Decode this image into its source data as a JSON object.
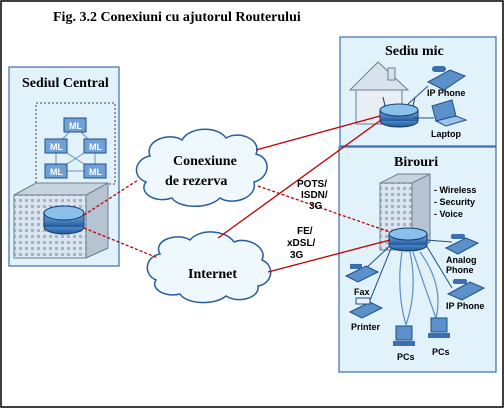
{
  "title": "Fig. 3.2  Conexiuni cu ajutorul Routerului",
  "boxes": {
    "central": "Sediul Central",
    "small": "Sediu mic",
    "offices": "Birouri"
  },
  "clouds": {
    "backup_line1": "Conexiune",
    "backup_line2": "de rezerva",
    "internet": "Internet"
  },
  "link_labels": {
    "pots": [
      "POTS/",
      "ISDN/",
      "3G"
    ],
    "fe": [
      "FE/",
      "xDSL/",
      "3G"
    ]
  },
  "small_office_devices": {
    "ip_phone": "IP Phone",
    "laptop": "Laptop"
  },
  "office_features": [
    "- Wireless",
    "- Security",
    "- Voice"
  ],
  "office_devices": {
    "analog_phone": [
      "Analog",
      "Phone"
    ],
    "ip_phone": [
      "IP Phone"
    ],
    "fax": "Fax",
    "printer": "Printer",
    "pcs_1": "PCs",
    "pcs_2": "PCs"
  },
  "switch_label": "ML",
  "colors": {
    "frame": "#000000",
    "box_fill": "#e2f2fb",
    "box_border": "#3a6fb0",
    "link_red": "#c00000",
    "cloud_fill": "#eef8fd",
    "cloud_stroke": "#2a5d9a",
    "building_fill": "#d8e3ee",
    "router_fill": "#4a86c7",
    "wireless": "#5a8fc8"
  }
}
